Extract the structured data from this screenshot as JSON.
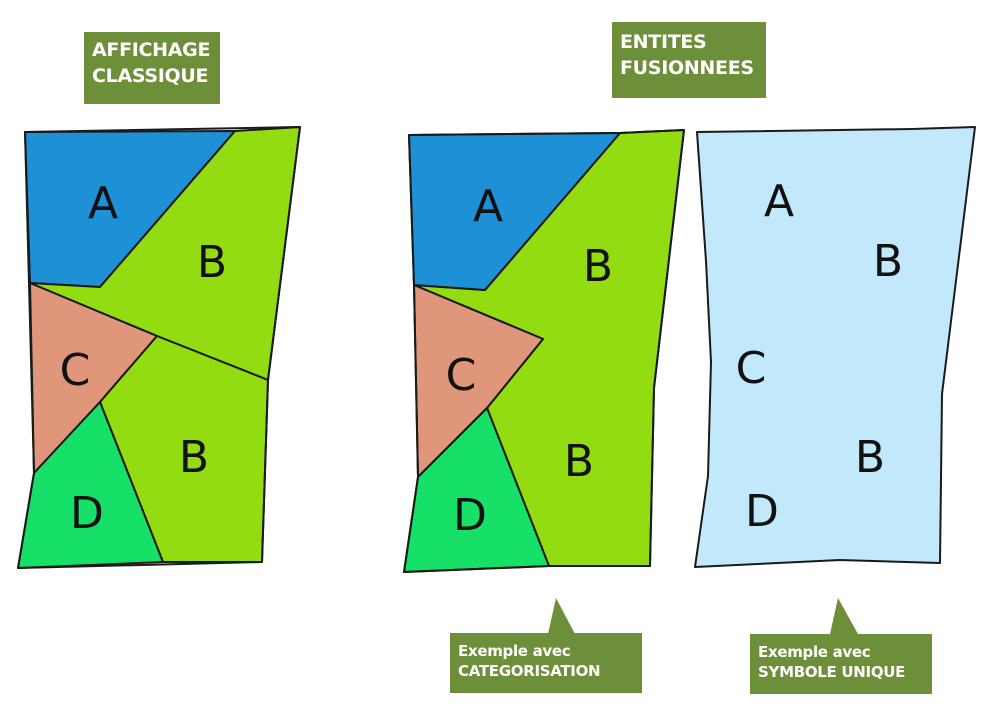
{
  "titles": {
    "classic": [
      "AFFICHAGE",
      "CLASSIQUE"
    ],
    "merged": [
      "ENTITES",
      "FUSIONNEES"
    ]
  },
  "captions": {
    "categorisation": [
      "Exemple avec",
      "CATEGORISATION"
    ],
    "single_symbol": [
      "Exemple avec",
      "SYMBOLE UNIQUE"
    ]
  },
  "map_labels": {
    "classic": [
      "A",
      "B",
      "C",
      "B",
      "D"
    ],
    "categorisation": [
      "A",
      "B",
      "C",
      "B",
      "D"
    ],
    "single_symbol": [
      "A",
      "B",
      "C",
      "B",
      "D"
    ]
  },
  "colors": {
    "A": "#1e90d6",
    "B": "#94dc12",
    "C": "#e0967a",
    "D": "#16e068",
    "single_symbol": "#c2e8fc",
    "tag_background": "#6e8f3a",
    "tag_text": "#ffffff"
  }
}
